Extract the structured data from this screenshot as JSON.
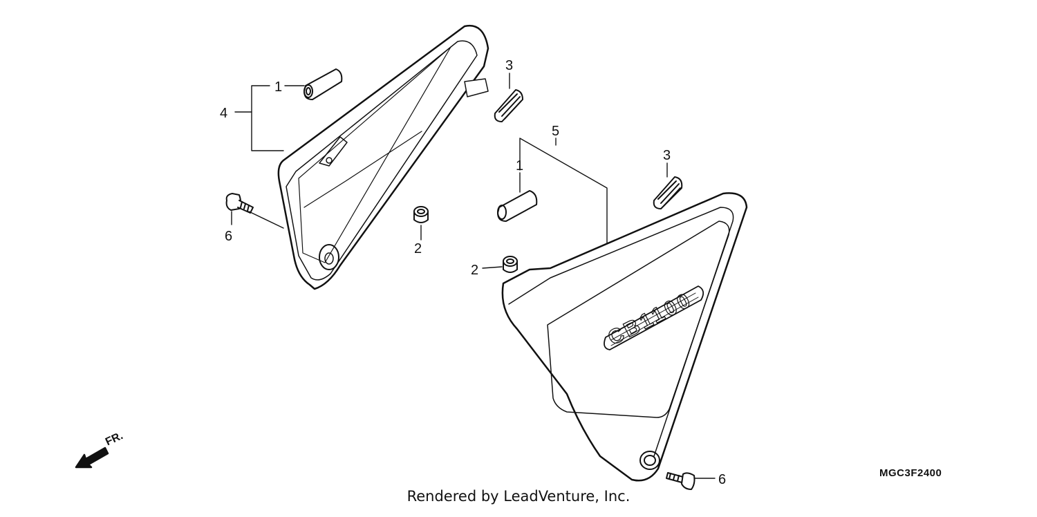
{
  "diagram": {
    "callouts": {
      "left_cushion": "1",
      "left_group": "4",
      "left_bolt": "6",
      "left_grommet": "2",
      "top_clip": "3",
      "right_group": "5",
      "right_cushion": "1",
      "right_clip": "3",
      "right_grommet": "2",
      "right_bolt": "6"
    },
    "emblem_text": "CB1100",
    "direction_label": "FR.",
    "diagram_code": "MGC3F2400",
    "footer": "Rendered by LeadVenture, Inc."
  }
}
